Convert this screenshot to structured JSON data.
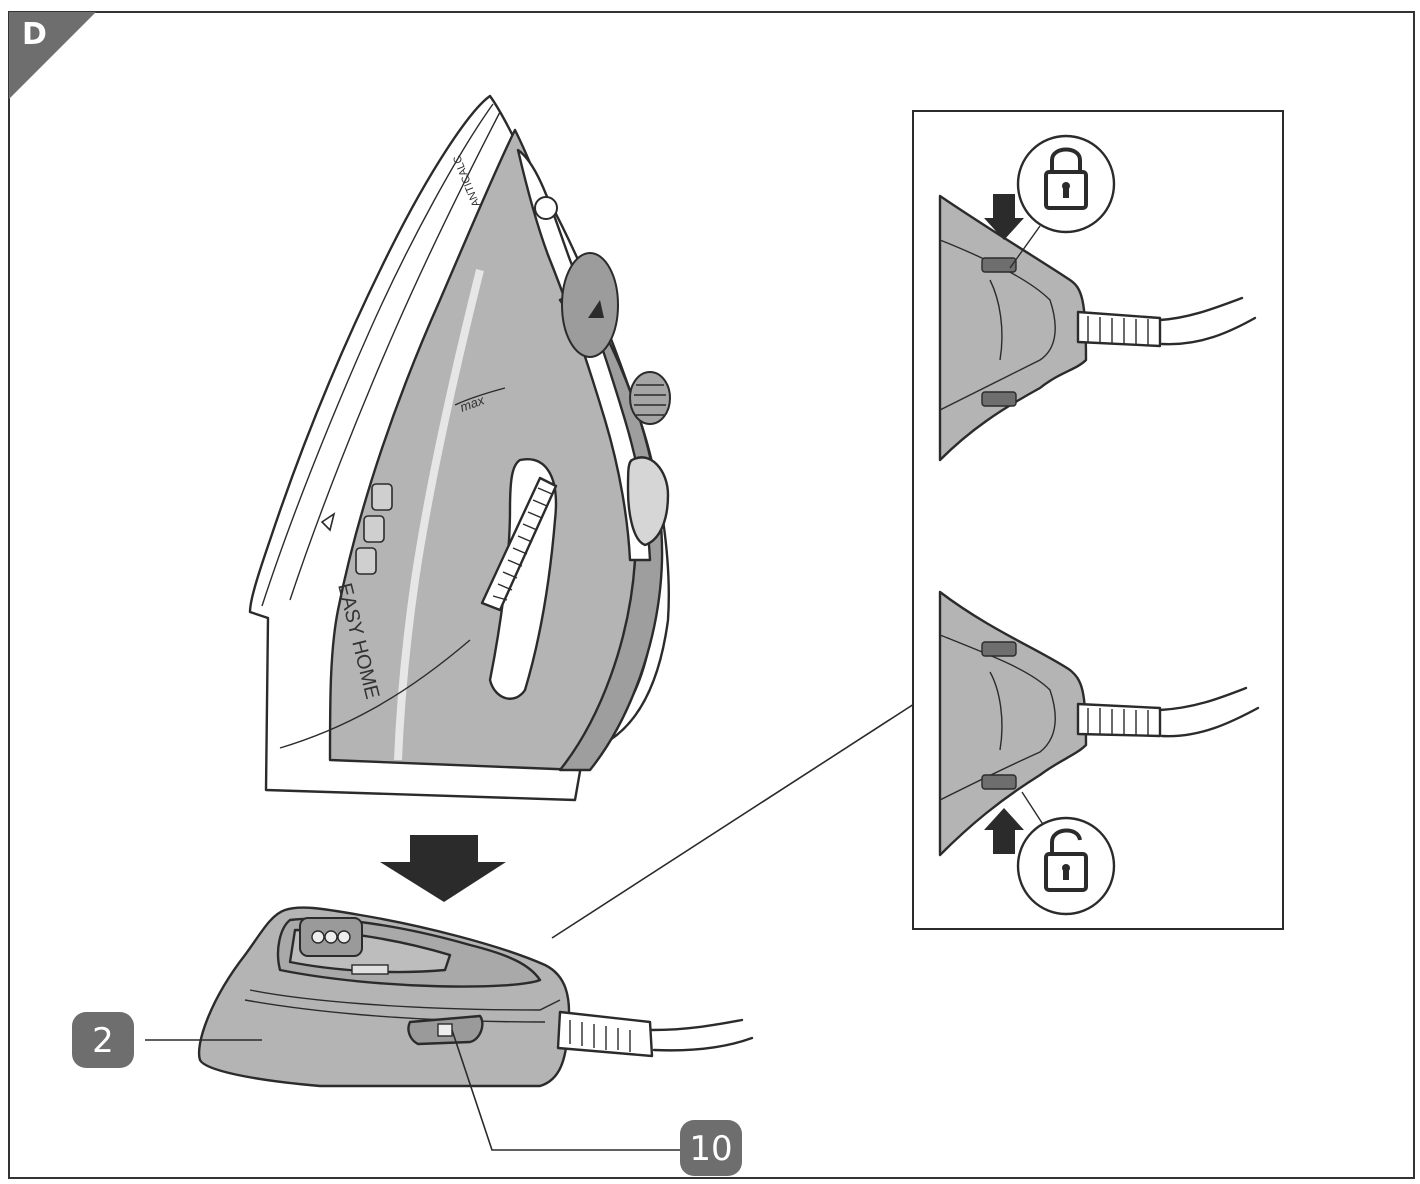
{
  "figure": {
    "corner_label": "D",
    "callouts": [
      {
        "id": "callout-2",
        "number": "2"
      },
      {
        "id": "callout-10",
        "number": "10"
      }
    ],
    "iron_markings": {
      "brand": "EASY HOME",
      "max_label": "max",
      "anticalc_label": "ANTICALC"
    },
    "icons": [
      "lock-closed-icon",
      "lock-open-icon",
      "arrow-down-icon",
      "arrow-up-icon",
      "warning-triangle-icon"
    ],
    "colors": {
      "gray": "#b4b4b4",
      "dark_gray": "#7a7a7a",
      "outline": "#2b2b2b",
      "tag": "#6e6e6e"
    }
  }
}
